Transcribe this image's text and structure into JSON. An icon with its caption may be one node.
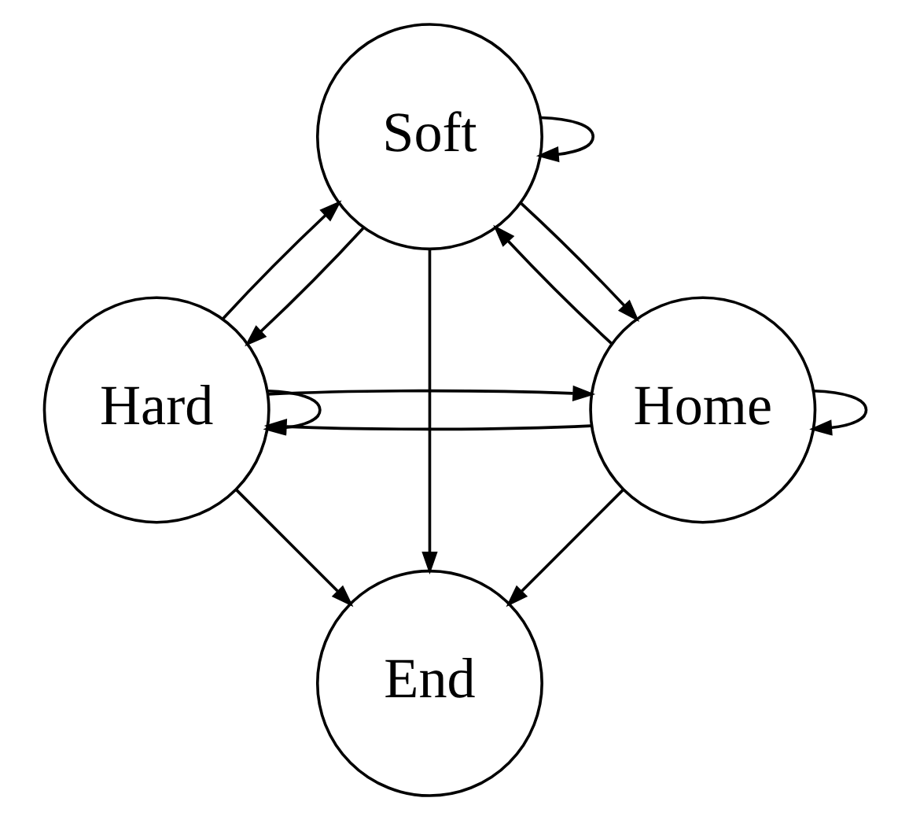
{
  "diagram": {
    "nodes": [
      {
        "text": [
          "End"
        ]
      },
      {
        "text": [
          "Home"
        ]
      },
      {
        "text": [
          "Soft"
        ]
      },
      {
        "text": [
          "Hard"
        ]
      }
    ],
    "edges": [
      {
        "from": 1,
        "to": 0,
        "arrow": "to"
      },
      {
        "from": 3,
        "to": 0,
        "arrow": "to"
      },
      {
        "from": 2,
        "to": 0,
        "arrow": "to"
      },
      {
        "from": 1,
        "to": 2,
        "arrow": "to"
      },
      {
        "from": 2,
        "to": 1,
        "arrow": "to"
      },
      {
        "from": 2,
        "to": 2,
        "arrow": "to"
      },
      {
        "from": 1,
        "to": 1,
        "arrow": "to"
      },
      {
        "from": 1,
        "to": 3,
        "arrow": "to"
      },
      {
        "from": 3,
        "to": 1,
        "arrow": "to"
      },
      {
        "from": 2,
        "to": 3,
        "arrow": "to"
      },
      {
        "from": 3,
        "to": 2,
        "arrow": "to"
      },
      {
        "from": 3,
        "to": 3,
        "arrow": "to"
      }
    ]
  }
}
